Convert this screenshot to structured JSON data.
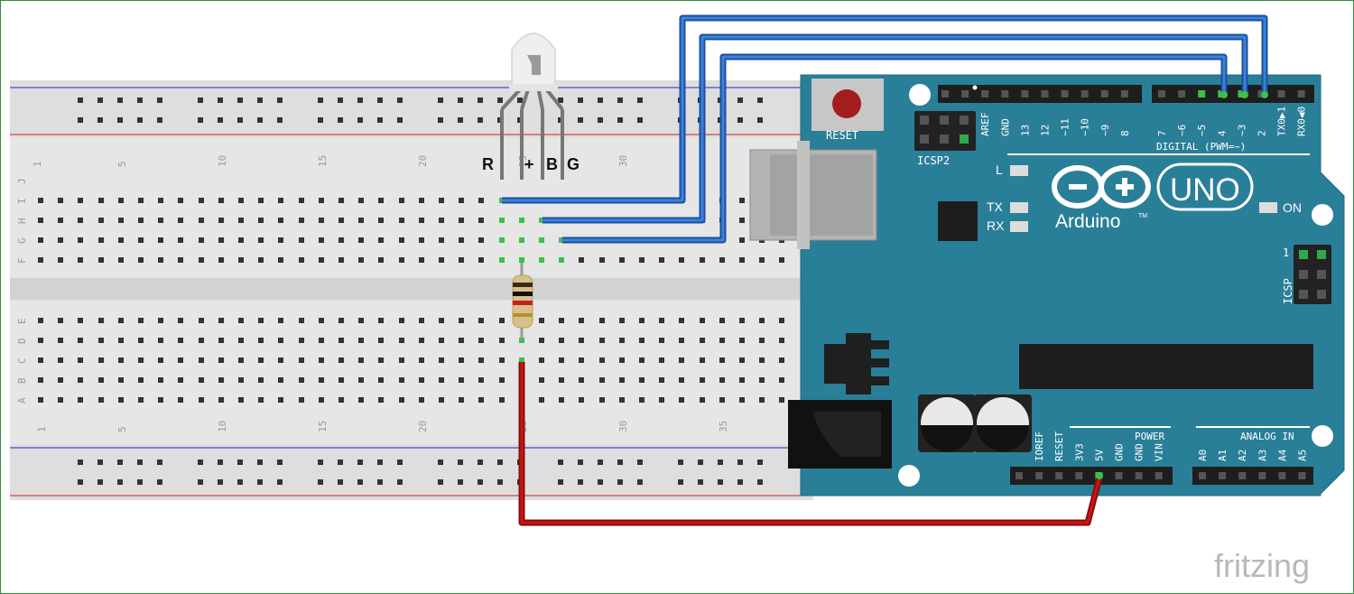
{
  "led": {
    "pin_labels": [
      "R",
      "+",
      "B",
      "G"
    ]
  },
  "breadboard": {
    "top_column_numbers": [
      "1",
      "5",
      "10",
      "15",
      "20",
      "25",
      "30"
    ],
    "bottom_column_numbers": [
      "1",
      "5",
      "10",
      "15",
      "20",
      "25",
      "30",
      "35"
    ],
    "top_row_letters": [
      "J",
      "I",
      "H",
      "G",
      "F"
    ],
    "bottom_row_letters": [
      "E",
      "D",
      "C",
      "B",
      "A"
    ]
  },
  "arduino": {
    "reset_label": "RESET",
    "icsp2_label": "ICSP2",
    "icsp_label": "ICSP",
    "icsp_pin1": "1",
    "digital_label": "DIGITAL (PWM=~)",
    "digital_pins": [
      "AREF",
      "GND",
      "13",
      "12",
      "~11",
      "~10",
      "~9",
      "8",
      "7",
      "~6",
      "~5",
      "4",
      "~3",
      "2",
      "TX0▶1",
      "RX0◀0"
    ],
    "led_labels": {
      "l": "L",
      "tx": "TX",
      "rx": "RX",
      "on": "ON"
    },
    "brand": "Arduino",
    "tm": "TM",
    "model": "UNO",
    "power_label": "POWER",
    "power_pins": [
      "IOREF",
      "RESET",
      "3V3",
      "5V",
      "GND",
      "GND",
      "VIN"
    ],
    "analog_label": "ANALOG IN",
    "analog_pins": [
      "A0",
      "A1",
      "A2",
      "A3",
      "A4",
      "A5"
    ]
  },
  "watermark": "fritzing",
  "colors": {
    "board": "#2a7f98",
    "wire_blue": "#2f6fcf",
    "wire_red": "#c41010",
    "breadboard": "#dedede",
    "rail_blue": "#2222cc",
    "rail_red": "#cc2222"
  }
}
